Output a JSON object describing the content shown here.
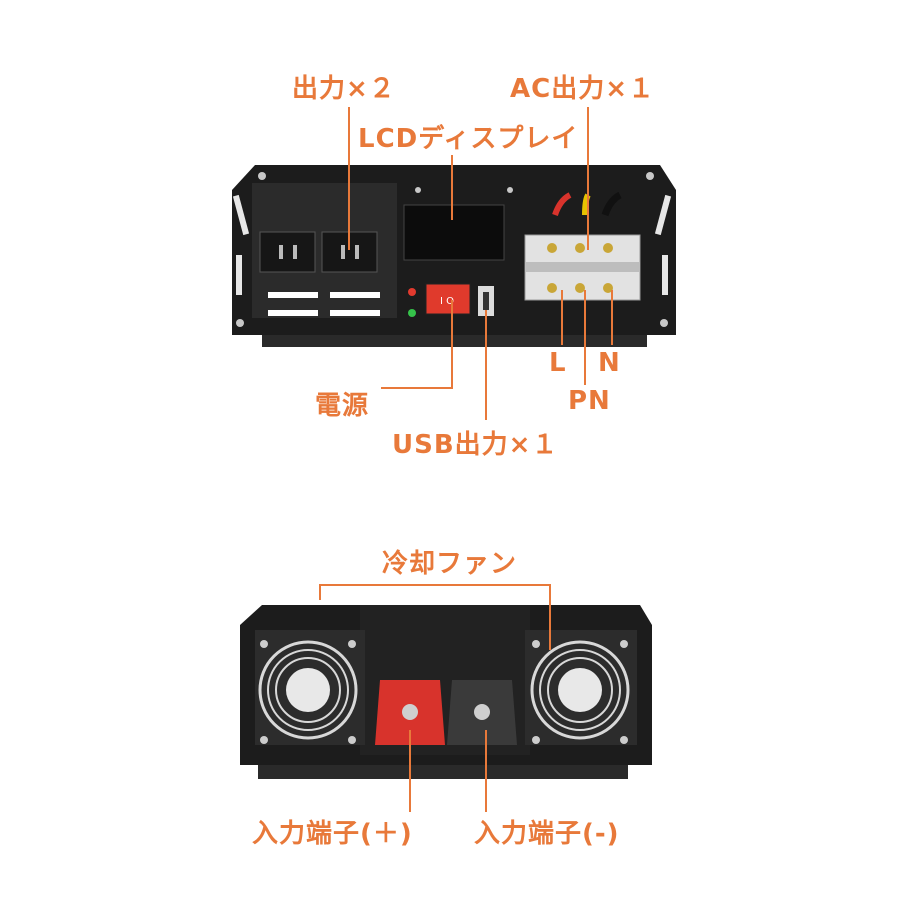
{
  "labels": {
    "outlet": "出力×２",
    "lcd": "LCDディスプレイ",
    "ac_output": "AC出力×１",
    "power": "電源",
    "usb_output": "USB出力×１",
    "terminal_l": "L",
    "terminal_n": "N",
    "terminal_pn": "PN",
    "cooling_fan": "冷却ファン",
    "input_positive": "入力端子(＋)",
    "input_negative": "入力端子(-)"
  },
  "colors": {
    "accent": "#e8793a",
    "body": "#1b1b1b",
    "red_terminal": "#d8332c",
    "black_terminal": "#3a3a3a"
  }
}
